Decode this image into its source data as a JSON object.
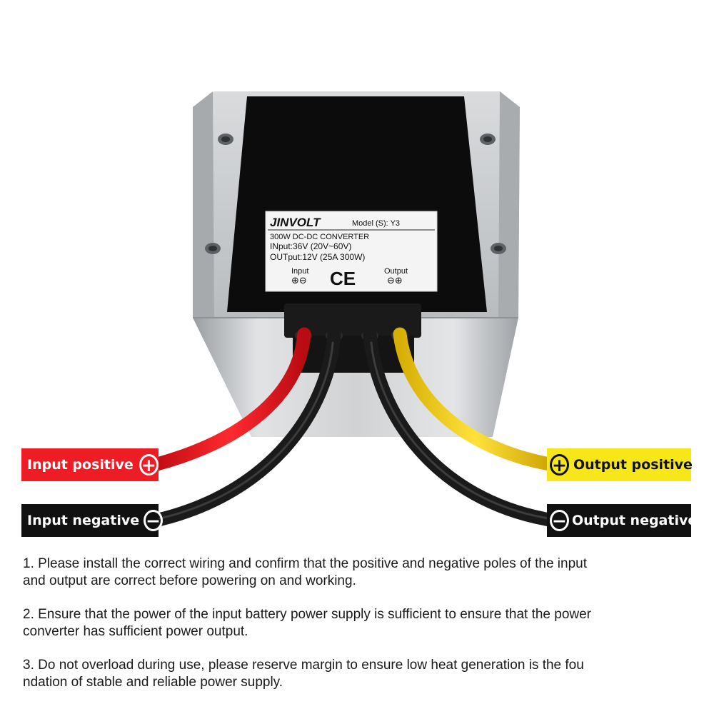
{
  "label": {
    "brand": "JINVOLT",
    "model": "Model (S):  Y3",
    "line1": "300W DC-DC CONVERTER",
    "line2": "INput:36V  (20V~60V)",
    "line3": "OUTput:12V (25A 300W)",
    "input_label": "Input",
    "output_label": "Output",
    "input_symbols": "⊕⊖",
    "output_symbols": "⊖⊕",
    "cert_mark": "CE"
  },
  "tags": {
    "input_positive": "Input positive",
    "input_negative": "Input negative",
    "output_positive": "Output positive",
    "output_negative": "Output negative",
    "plus_symbol": "+",
    "minus_symbol": "−"
  },
  "notes": [
    "1. Please install the correct wiring and confirm that the positive and negative poles of the input\nand output are correct before powering on and working.",
    "2. Ensure that the power of the input battery power supply is sufficient to ensure that the power\n converter has sufficient power output.",
    "3. Do not overload during use, please reserve margin to ensure low heat generation is the fou\nndation of stable and reliable power supply."
  ],
  "colors": {
    "red_wire": "#ee1c24",
    "yellow_wire": "#f7d11f",
    "black_wire": "#1a1a1a",
    "housing": "#c8cacc",
    "panel": "#0c0c0c"
  }
}
